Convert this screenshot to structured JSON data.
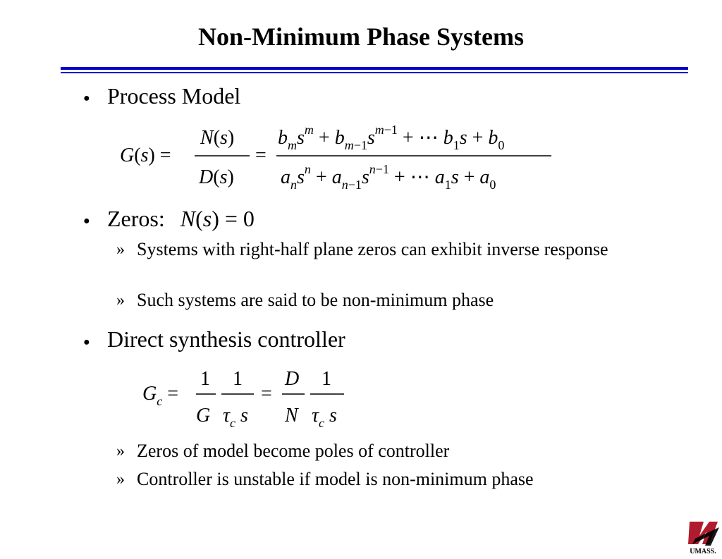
{
  "title": "Non-Minimum Phase Systems",
  "bullets": [
    {
      "label": "Process Model"
    },
    {
      "label": "Zeros:",
      "equation": "N(s) = 0",
      "sub": [
        "Systems with right-half plane zeros can exhibit inverse response",
        "Such systems are said to be non-minimum phase"
      ]
    },
    {
      "label": "Direct synthesis controller",
      "sub": [
        "Zeros of model become poles of controller",
        "Controller is unstable if model is non-minimum phase"
      ]
    }
  ],
  "equations": {
    "process_model": "G(s) = N(s)/D(s) = (b_m s^m + b_{m−1} s^{m−1} + ⋯ b_1 s + b_0)/(a_n s^n + a_{n−1} s^{n−1} + ⋯ a_1 s + a_0)",
    "controller": "G_c = (1/G)(1/(τ_c s)) = (D/N)(1/(τ_c s))"
  },
  "logo": {
    "text": "UMASS.",
    "colors": {
      "red": "#b01c2e",
      "black": "#000000"
    }
  },
  "colors": {
    "rule": "#0000cc",
    "text": "#000000",
    "background": "#ffffff"
  }
}
